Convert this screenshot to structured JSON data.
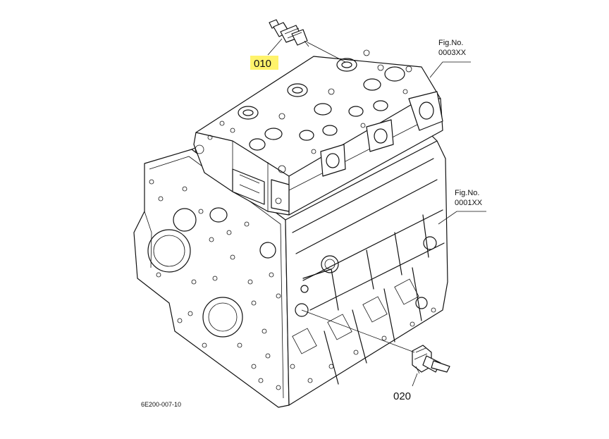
{
  "callouts": {
    "part_010": "010",
    "part_020": "020",
    "ref_head_title": "Fig.No.",
    "ref_head_code": "0003XX",
    "ref_block_title": "Fig.No.",
    "ref_block_code": "0001XX"
  },
  "drawing_code": "6E200-007-10",
  "colors": {
    "highlight": "#fff36b",
    "line": "#111111",
    "background": "#ffffff"
  }
}
